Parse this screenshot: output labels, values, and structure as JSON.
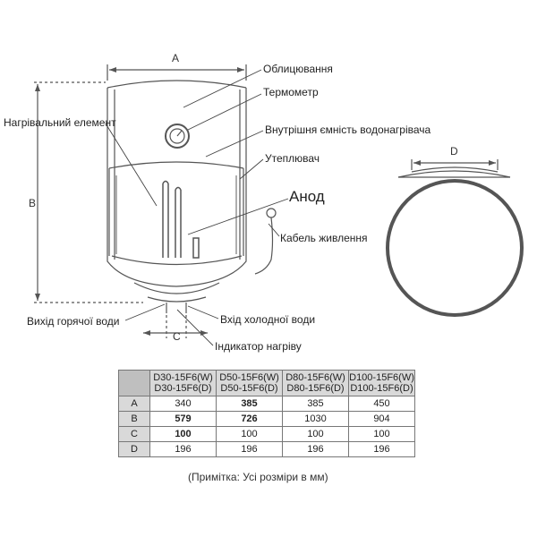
{
  "dimensions": {
    "a": "A",
    "b": "B",
    "c": "C",
    "d": "D"
  },
  "labels": {
    "casing": "Облицювання",
    "thermometer": "Термометр",
    "heating_element": "Нагрівальний елемент",
    "inner_tank": "Внутрішня ємність водонагрівача",
    "insulation": "Утеплювач",
    "anode": "Анод",
    "power_cable": "Кабель живлення",
    "hot_water_outlet": "Вихід горячої води",
    "cold_water_inlet": "Вхід холодної води",
    "heating_indicator": "Індикатор нагріву"
  },
  "table": {
    "columns": [
      [
        "D30-15F6(W)",
        "D30-15F6(D)"
      ],
      [
        "D50-15F6(W)",
        "D50-15F6(D)"
      ],
      [
        "D80-15F6(W)",
        "D80-15F6(D)"
      ],
      [
        "D100-15F6(W)",
        "D100-15F6(D)"
      ]
    ],
    "rows": [
      {
        "label": "A",
        "values": [
          "340",
          "385",
          "385",
          "450"
        ]
      },
      {
        "label": "B",
        "values": [
          "579",
          "726",
          "1030",
          "904"
        ]
      },
      {
        "label": "C",
        "values": [
          "100",
          "100",
          "100",
          "100"
        ]
      },
      {
        "label": "D",
        "values": [
          "196",
          "196",
          "196",
          "196"
        ]
      }
    ]
  },
  "note": "(Примітка: Усі розміри в мм)",
  "colors": {
    "line": "#555555",
    "header_bg": "#d9d9d9",
    "corner_bg": "#bfbfbf"
  }
}
